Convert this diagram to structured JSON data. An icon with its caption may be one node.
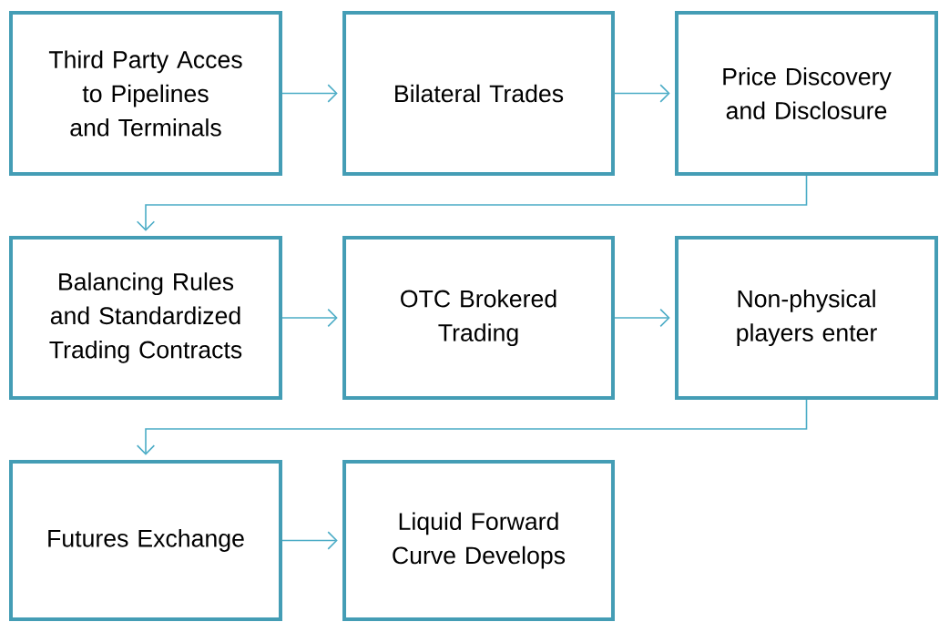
{
  "diagram": {
    "nodes": [
      {
        "text": [
          "Third Party Acces to Pipelines and Terminals"
        ]
      },
      {
        "text": [
          "Bilateral Trades"
        ]
      },
      {
        "text": [
          "Price Discovery and Disclosure"
        ]
      },
      {
        "text": [
          "Balancing Rules and Standardized Trading Contracts"
        ]
      },
      {
        "text": [
          "OTC Brokered Trading"
        ]
      },
      {
        "text": [
          "Non-physical players enter"
        ]
      },
      {
        "text": [
          "Futures Exchange"
        ]
      },
      {
        "text": [
          "Liquid Forward Curve Develops"
        ]
      }
    ],
    "edges": [
      {
        "from": 0,
        "to": 1,
        "arrow": "to"
      },
      {
        "from": 1,
        "to": 2,
        "arrow": "to"
      },
      {
        "from": 2,
        "to": 3,
        "arrow": "to"
      },
      {
        "from": 3,
        "to": 4,
        "arrow": "to"
      },
      {
        "from": 4,
        "to": 5,
        "arrow": "to"
      },
      {
        "from": 5,
        "to": 6,
        "arrow": "to"
      },
      {
        "from": 6,
        "to": 7,
        "arrow": "to"
      }
    ]
  }
}
